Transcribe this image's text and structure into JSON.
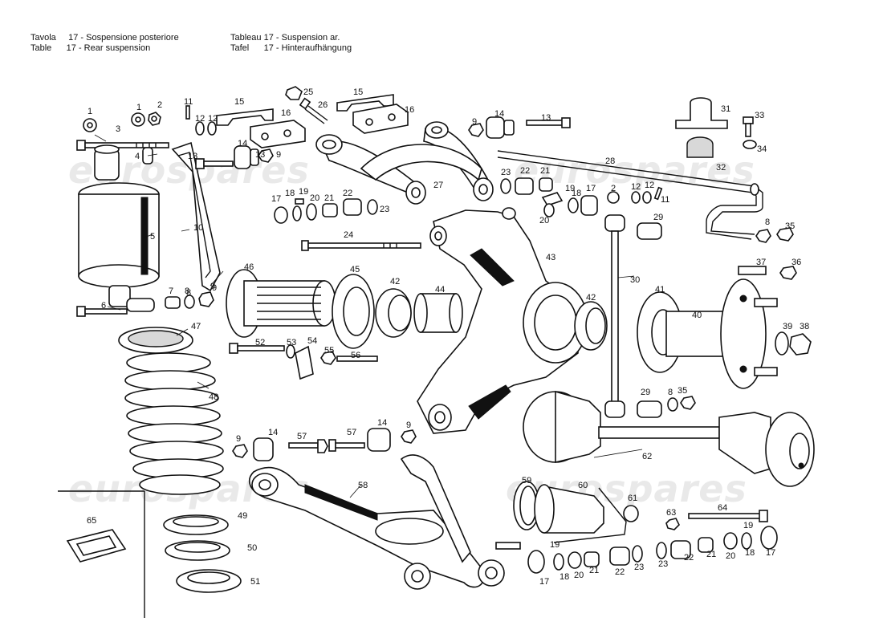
{
  "header": {
    "it_prefix": "Tavola",
    "it_num": "17",
    "it_title": "- Sospensione posteriore",
    "en_prefix": "Table",
    "en_num": "17",
    "en_title": "- Rear suspension",
    "fr_prefix": "Tableau",
    "fr_num": "17",
    "fr_title": "- Suspension ar.",
    "de_prefix": "Tafel",
    "de_num": "17",
    "de_title": "- Hinteraufhängung"
  },
  "watermark": {
    "text": "eurospares"
  },
  "part_numbers": {
    "p1a": "1",
    "p1b": "1",
    "p2": "2",
    "p3": "3",
    "p4": "4",
    "p5": "5",
    "p6": "6",
    "p7": "7",
    "p8a": "8",
    "p9a": "9",
    "p10": "10",
    "p11a": "11",
    "p12a": "12",
    "p12b": "12",
    "p13a": "13",
    "p14a": "14",
    "p9b": "9",
    "p13b": "13",
    "p15a": "15",
    "p16a": "16",
    "p25": "25",
    "p26": "26",
    "p15b": "15",
    "p16b": "16",
    "p9c": "9",
    "p14b": "14",
    "p13c": "13",
    "p31": "31",
    "p33": "33",
    "p34": "34",
    "p32": "32",
    "p28": "28",
    "p27": "27",
    "p17a": "17",
    "p18a": "18",
    "p19a": "19",
    "p20a": "20",
    "p21a": "21",
    "p22a": "22",
    "p23a": "23",
    "p23b": "23",
    "p22b": "22",
    "p21b": "21",
    "p19b": "19",
    "p18b": "18",
    "p20b": "20",
    "p17b": "17",
    "p2b": "2",
    "p12c": "12",
    "p12d": "12",
    "p11b": "11",
    "p29a": "29",
    "p8b": "8",
    "p35a": "35",
    "p24": "24",
    "p43": "43",
    "p37": "37",
    "p36": "36",
    "p46": "46",
    "p45": "45",
    "p42a": "42",
    "p44": "44",
    "p42b": "42",
    "p30": "30",
    "p41": "41",
    "p40": "40",
    "p39": "39",
    "p38": "38",
    "p8c": "8",
    "p9d": "9",
    "p47": "47",
    "p52": "52",
    "p53": "53",
    "p54": "54",
    "p55": "55",
    "p56": "56",
    "p29b": "29",
    "p8d": "8",
    "p35b": "35",
    "p48": "48",
    "p9e": "9",
    "p14c": "14",
    "p57a": "57",
    "p57b": "57",
    "p14d": "14",
    "p9f": "9",
    "p62": "62",
    "p58": "58",
    "p59": "59",
    "p60": "60",
    "p61": "61",
    "p63": "63",
    "p64": "64",
    "p65": "65",
    "p49": "49",
    "p50": "50",
    "p51": "51",
    "p19c": "19",
    "p17c": "17",
    "p18c": "18",
    "p20c": "20",
    "p21c": "21",
    "p22c": "22",
    "p23c": "23",
    "p23d": "23",
    "p22d": "22",
    "p21d": "21",
    "p20d": "20",
    "p19d": "19",
    "p18d": "18",
    "p17d": "17"
  }
}
